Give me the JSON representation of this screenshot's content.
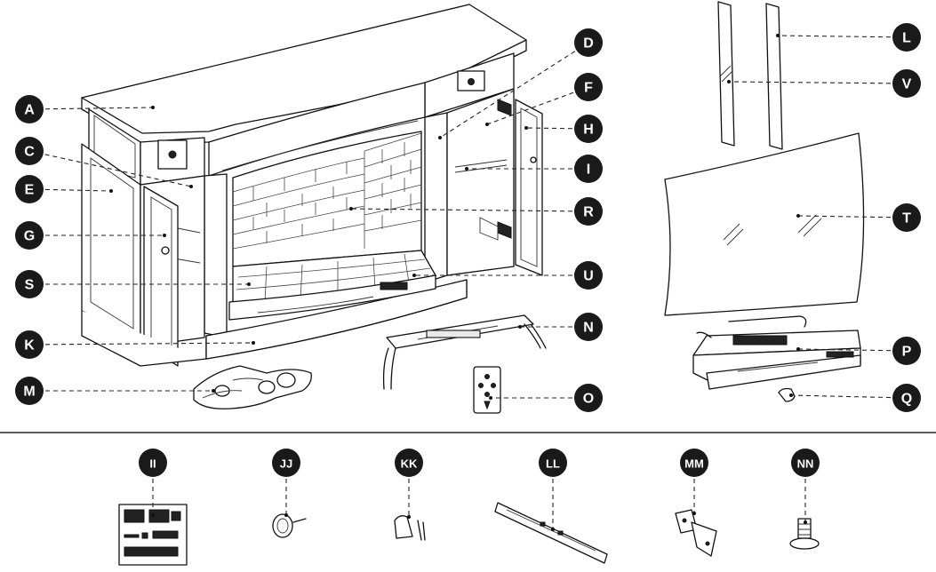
{
  "callouts": [
    {
      "id": "A",
      "label": "A"
    },
    {
      "id": "C",
      "label": "C"
    },
    {
      "id": "E",
      "label": "E"
    },
    {
      "id": "G",
      "label": "G"
    },
    {
      "id": "S",
      "label": "S"
    },
    {
      "id": "K",
      "label": "K"
    },
    {
      "id": "M",
      "label": "M"
    },
    {
      "id": "D",
      "label": "D"
    },
    {
      "id": "F",
      "label": "F"
    },
    {
      "id": "H",
      "label": "H"
    },
    {
      "id": "I",
      "label": "I"
    },
    {
      "id": "R",
      "label": "R"
    },
    {
      "id": "U",
      "label": "U"
    },
    {
      "id": "N",
      "label": "N"
    },
    {
      "id": "O",
      "label": "O"
    },
    {
      "id": "L",
      "label": "L"
    },
    {
      "id": "V",
      "label": "V"
    },
    {
      "id": "T",
      "label": "T"
    },
    {
      "id": "P",
      "label": "P"
    },
    {
      "id": "Q",
      "label": "Q"
    }
  ],
  "hardware": [
    {
      "id": "II",
      "label": "II",
      "icon": "hardware-bag-icon"
    },
    {
      "id": "JJ",
      "label": "JJ",
      "icon": "knob-icon"
    },
    {
      "id": "KK",
      "label": "KK",
      "icon": "anti-tip-bracket-icon"
    },
    {
      "id": "LL",
      "label": "LL",
      "icon": "drawer-slide-icon"
    },
    {
      "id": "MM",
      "label": "MM",
      "icon": "hinge-icon"
    },
    {
      "id": "NN",
      "label": "NN",
      "icon": "leveler-screw-icon"
    }
  ]
}
